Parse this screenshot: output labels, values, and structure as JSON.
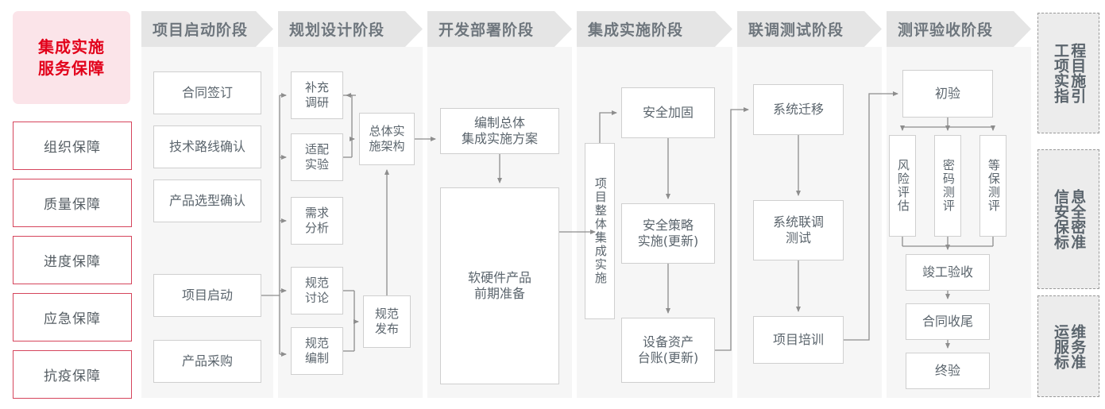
{
  "left_panel": {
    "lead": {
      "line1": "集成实施",
      "line2": "服务保障"
    },
    "items": [
      {
        "label": "组织保障"
      },
      {
        "label": "质量保障"
      },
      {
        "label": "进度保障"
      },
      {
        "label": "应急保障"
      },
      {
        "label": "抗疫保障"
      }
    ]
  },
  "phases": [
    {
      "title": "项目启动阶段",
      "nodes": [
        {
          "label": "合同签订"
        },
        {
          "label": "技术路线确认"
        },
        {
          "label": "产品选型确认"
        },
        {
          "label": "项目启动"
        },
        {
          "label": "产品采购"
        }
      ]
    },
    {
      "title": "规划设计阶段",
      "nodes": [
        {
          "label": "补充\n调研"
        },
        {
          "label": "适配\n实验"
        },
        {
          "label": "需求\n分析"
        },
        {
          "label": "规范\n讨论"
        },
        {
          "label": "规范\n编制"
        },
        {
          "label": "总体实\n施架构"
        },
        {
          "label": "规范\n发布"
        }
      ]
    },
    {
      "title": "开发部署阶段",
      "nodes": [
        {
          "label": "编制总体\n集成实施方案"
        },
        {
          "label": "软硬件产品\n前期准备"
        }
      ]
    },
    {
      "title": "集成实施阶段",
      "nodes": [
        {
          "label": "项目整体集成实施"
        },
        {
          "label": "安全加固"
        },
        {
          "label": "安全策略\n实施(更新)"
        },
        {
          "label": "设备资产\n台账(更新)"
        }
      ]
    },
    {
      "title": "联调测试阶段",
      "nodes": [
        {
          "label": "系统迁移"
        },
        {
          "label": "系统联调\n测试"
        },
        {
          "label": "项目培训"
        }
      ]
    },
    {
      "title": "测评验收阶段",
      "nodes": [
        {
          "label": "初验"
        },
        {
          "label": "风险评估"
        },
        {
          "label": "密码测评"
        },
        {
          "label": "等保测评"
        },
        {
          "label": "竣工验收"
        },
        {
          "label": "合同收尾"
        },
        {
          "label": "终验"
        }
      ]
    }
  ],
  "standards": [
    {
      "col_right": "程目施引",
      "col_left": "工项实指",
      "full": "工程项目实施指引"
    },
    {
      "col_right": "息全密准",
      "col_left": "信安保标",
      "full": "信息安全保密标准"
    },
    {
      "col_right": "维务准",
      "col_left": "运服标",
      "full": "运维服务标准"
    }
  ],
  "colors": {
    "brand_red": "#e2001a",
    "lead_bg": "#fbe4e9",
    "guarantee_border": "#d6455c",
    "header_bg": "#e5e5e5",
    "column_bg": "#f6f6f6",
    "node_border": "#cfcfcf",
    "text_gray": "#5b656d",
    "wire": "#8d8d8d"
  }
}
